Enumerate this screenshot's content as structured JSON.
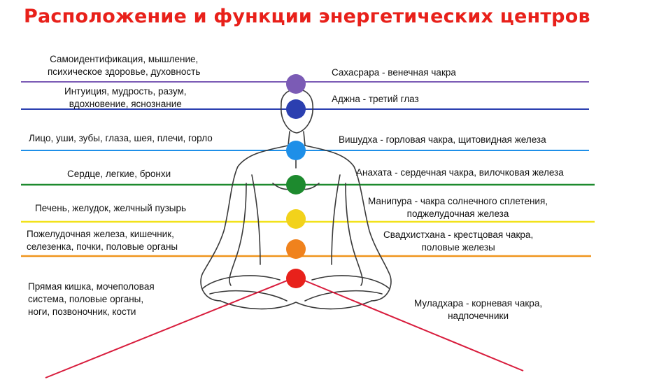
{
  "title": "Расположение и функции энергетических центров",
  "left_labels": [
    {
      "lines": [
        "Самоидентификация, мышление,",
        "психическое здоровье, духовность"
      ]
    },
    {
      "lines": [
        "Интуиция, мудрость, разум,",
        "вдохновение, яснознание"
      ]
    },
    {
      "lines": [
        "Лицо, уши, зубы, глаза, шея, плечи, горло"
      ]
    },
    {
      "lines": [
        "Сердце, легкие, бронхи"
      ]
    },
    {
      "lines": [
        "Печень, желудок, желчный пузырь"
      ]
    },
    {
      "lines": [
        "Пожелудочная железа, кишечник,",
        "селезенка, почки, половые органы"
      ]
    },
    {
      "lines": [
        "Прямая кишка, мочеполовая",
        "система, половые органы,",
        "ноги, позвоночник, кости"
      ]
    }
  ],
  "right_labels": [
    {
      "lines": [
        "Сахасрара -  венечная чакра"
      ]
    },
    {
      "lines": [
        "Аджна - третий глаз"
      ]
    },
    {
      "lines": [
        "Вишудха - горловая чакра, щитовидная железа"
      ]
    },
    {
      "lines": [
        "Анахата - сердечная чакра, вилочковая железа"
      ]
    },
    {
      "lines": [
        "Манипура - чакра солнечного сплетения,",
        "поджелудочная железа"
      ]
    },
    {
      "lines": [
        "Свадхистхана - крестцовая чакра,",
        "половые железы"
      ]
    },
    {
      "lines": [
        "Муладхара - корневая чакра,",
        "надпочечники"
      ]
    }
  ],
  "chakras": [
    {
      "name": "sahasrara",
      "color": "#7b5bb5"
    },
    {
      "name": "ajna",
      "color": "#2b3fb0"
    },
    {
      "name": "vishuddha",
      "color": "#1e8fe8"
    },
    {
      "name": "anahata",
      "color": "#1d8a2e"
    },
    {
      "name": "manipura",
      "color": "#f2d21b"
    },
    {
      "name": "svadhisthana",
      "color": "#f0821d"
    },
    {
      "name": "muladhara",
      "color": "#e8211b"
    }
  ]
}
